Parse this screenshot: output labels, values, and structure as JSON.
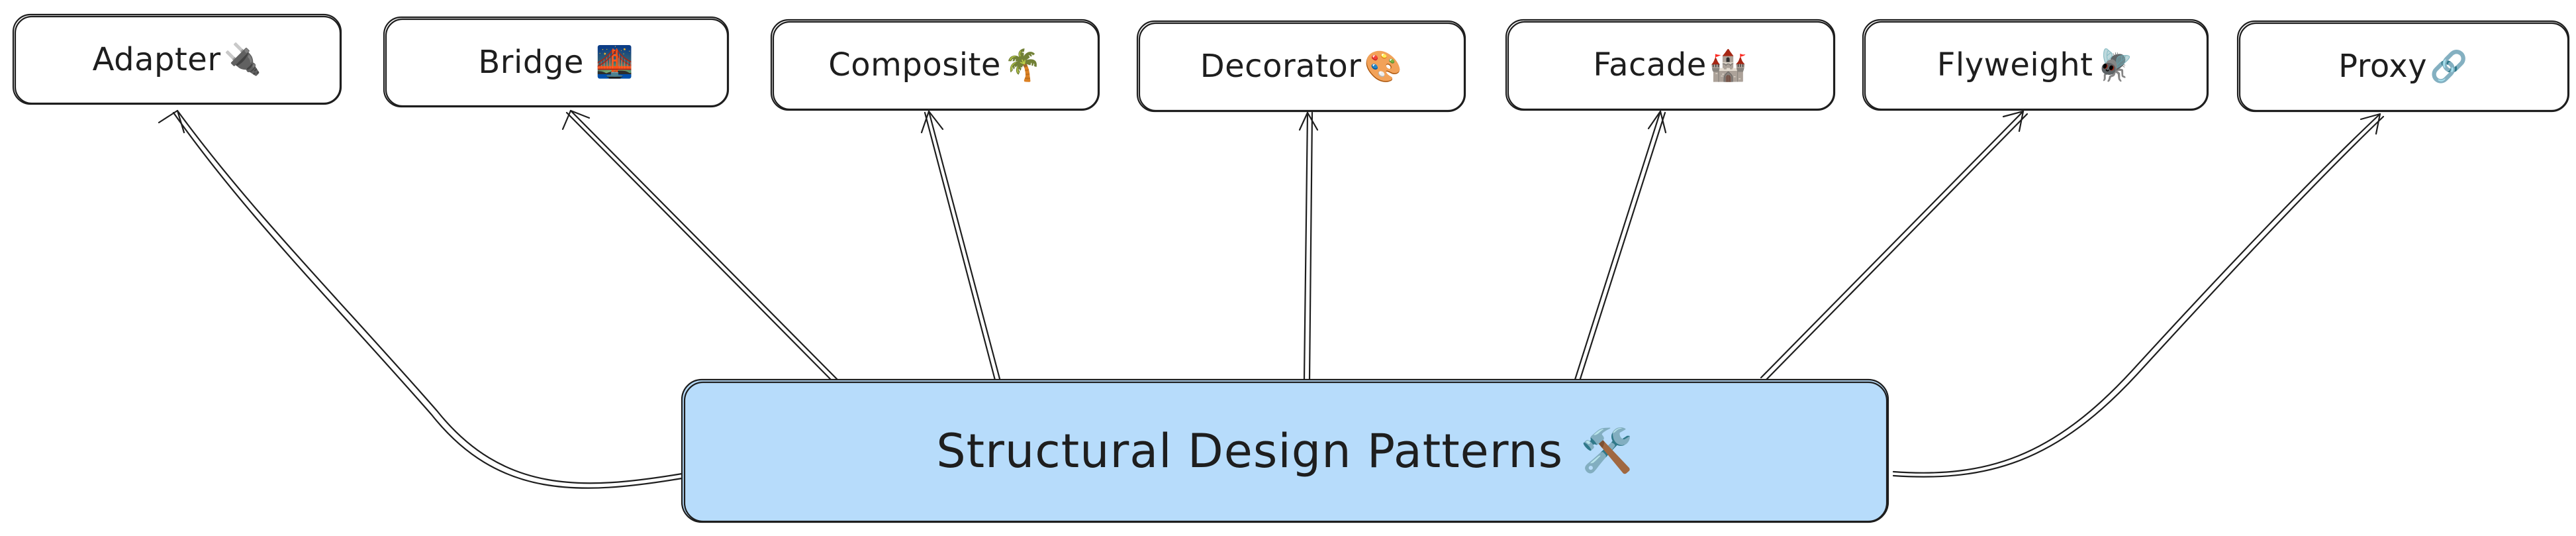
{
  "diagram": {
    "center": {
      "label": "Structural Design Patterns",
      "emoji": "🛠️",
      "icon": "hammer-and-wrench-icon",
      "fill_color": "#b7dcfb"
    },
    "patterns": [
      {
        "label": "Adapter",
        "emoji": "🔌",
        "icon": "electric-plug-icon"
      },
      {
        "label": "Bridge",
        "emoji": "🌉",
        "icon": "bridge-at-night-icon"
      },
      {
        "label": "Composite",
        "emoji": "🌴",
        "icon": "palm-tree-icon"
      },
      {
        "label": "Decorator",
        "emoji": "🎨",
        "icon": "artist-palette-icon"
      },
      {
        "label": "Facade",
        "emoji": "🏰",
        "icon": "castle-icon"
      },
      {
        "label": "Flyweight",
        "emoji": "🪰",
        "icon": "fly-icon"
      },
      {
        "label": "Proxy",
        "emoji": "🔗",
        "icon": "link-icon"
      }
    ],
    "stroke_color": "#1e1e1e",
    "box_fill_color": "#ffffff"
  }
}
